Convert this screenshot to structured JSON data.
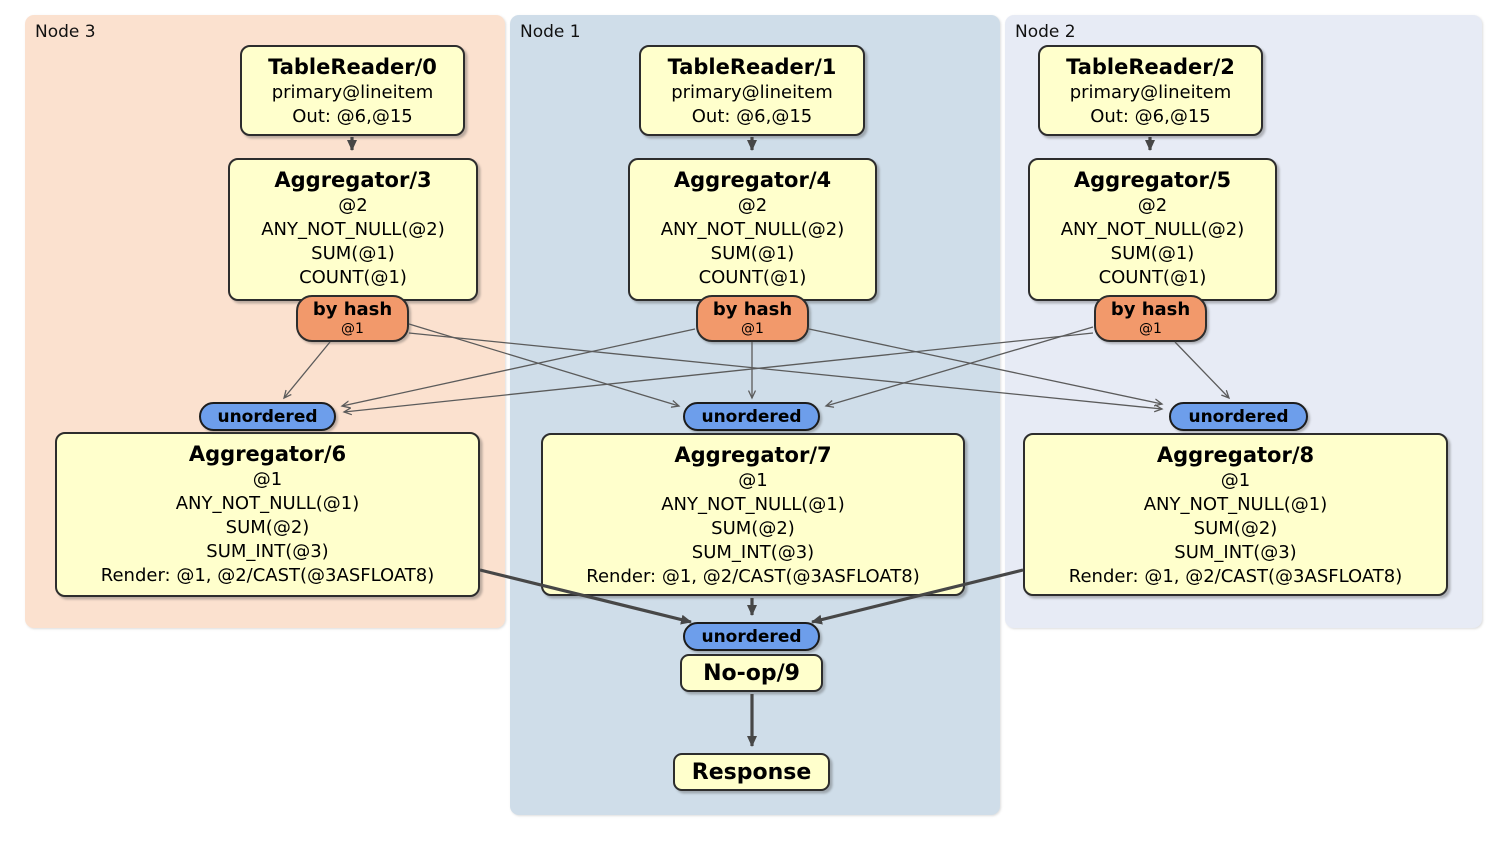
{
  "regions": [
    {
      "label": "Node 3",
      "bg": "#fbe1cf"
    },
    {
      "label": "Node 1",
      "bg": "#cfdde9"
    },
    {
      "label": "Node 2",
      "bg": "#e7ebf5"
    }
  ],
  "processors": {
    "tablereader0": {
      "title": "TableReader/0",
      "lines": [
        "primary@lineitem",
        "Out: @6,@15"
      ]
    },
    "tablereader1": {
      "title": "TableReader/1",
      "lines": [
        "primary@lineitem",
        "Out: @6,@15"
      ]
    },
    "tablereader2": {
      "title": "TableReader/2",
      "lines": [
        "primary@lineitem",
        "Out: @6,@15"
      ]
    },
    "aggregator3": {
      "title": "Aggregator/3",
      "lines": [
        "@2",
        "ANY_NOT_NULL(@2)",
        "SUM(@1)",
        "COUNT(@1)"
      ]
    },
    "aggregator4": {
      "title": "Aggregator/4",
      "lines": [
        "@2",
        "ANY_NOT_NULL(@2)",
        "SUM(@1)",
        "COUNT(@1)"
      ]
    },
    "aggregator5": {
      "title": "Aggregator/5",
      "lines": [
        "@2",
        "ANY_NOT_NULL(@2)",
        "SUM(@1)",
        "COUNT(@1)"
      ]
    },
    "aggregator6": {
      "title": "Aggregator/6",
      "lines": [
        "@1",
        "ANY_NOT_NULL(@1)",
        "SUM(@2)",
        "SUM_INT(@3)",
        "Render: @1, @2/CAST(@3ASFLOAT8)"
      ]
    },
    "aggregator7": {
      "title": "Aggregator/7",
      "lines": [
        "@1",
        "ANY_NOT_NULL(@1)",
        "SUM(@2)",
        "SUM_INT(@3)",
        "Render: @1, @2/CAST(@3ASFLOAT8)"
      ]
    },
    "aggregator8": {
      "title": "Aggregator/8",
      "lines": [
        "@1",
        "ANY_NOT_NULL(@1)",
        "SUM(@2)",
        "SUM_INT(@3)",
        "Render: @1, @2/CAST(@3ASFLOAT8)"
      ]
    },
    "noop9": {
      "title": "No-op/9"
    },
    "response": {
      "title": "Response"
    }
  },
  "router": {
    "label": "by hash",
    "detail": "@1"
  },
  "synchronizer": {
    "label": "unordered"
  },
  "colors": {
    "processor_fill": "#ffffcc",
    "router_fill": "#f2996b",
    "synchronizer_fill": "#6d9eeb",
    "box_border": "#2d2d2d",
    "edge_thick": "#474747",
    "edge_thin": "#5b5b5b",
    "node3_bg": "#fbe1cf",
    "node1_bg": "#cfdde9",
    "node2_bg": "#e7ebf5"
  },
  "edges": [
    {
      "from": "TableReader/0",
      "to": "Aggregator/3",
      "style": "arrow"
    },
    {
      "from": "TableReader/1",
      "to": "Aggregator/4",
      "style": "arrow"
    },
    {
      "from": "TableReader/2",
      "to": "Aggregator/5",
      "style": "arrow"
    },
    {
      "from": "Aggregator/3 by hash",
      "to": "Aggregator/6 unordered",
      "style": "stream"
    },
    {
      "from": "Aggregator/3 by hash",
      "to": "Aggregator/7 unordered",
      "style": "stream"
    },
    {
      "from": "Aggregator/3 by hash",
      "to": "Aggregator/8 unordered",
      "style": "stream"
    },
    {
      "from": "Aggregator/4 by hash",
      "to": "Aggregator/6 unordered",
      "style": "stream"
    },
    {
      "from": "Aggregator/4 by hash",
      "to": "Aggregator/7 unordered",
      "style": "stream"
    },
    {
      "from": "Aggregator/4 by hash",
      "to": "Aggregator/8 unordered",
      "style": "stream"
    },
    {
      "from": "Aggregator/5 by hash",
      "to": "Aggregator/6 unordered",
      "style": "stream"
    },
    {
      "from": "Aggregator/5 by hash",
      "to": "Aggregator/7 unordered",
      "style": "stream"
    },
    {
      "from": "Aggregator/5 by hash",
      "to": "Aggregator/8 unordered",
      "style": "stream"
    },
    {
      "from": "Aggregator/6",
      "to": "No-op/9 unordered",
      "style": "arrow"
    },
    {
      "from": "Aggregator/7",
      "to": "No-op/9 unordered",
      "style": "arrow"
    },
    {
      "from": "Aggregator/8",
      "to": "No-op/9 unordered",
      "style": "arrow"
    },
    {
      "from": "No-op/9",
      "to": "Response",
      "style": "arrow"
    }
  ]
}
